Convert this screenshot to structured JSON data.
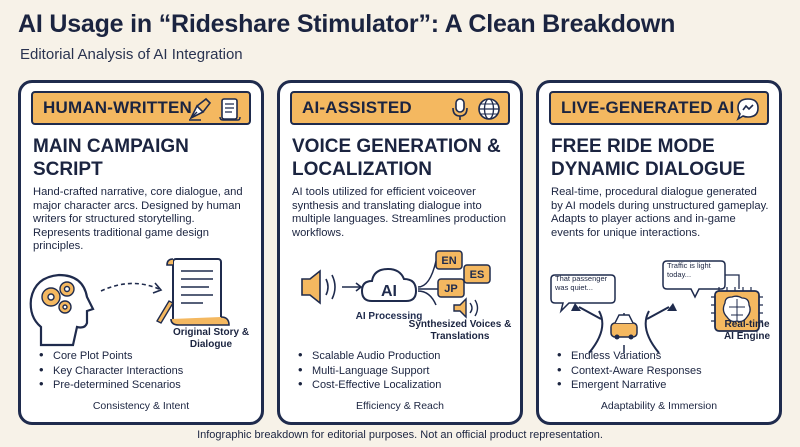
{
  "header": {
    "title": "AI Usage in “Rideshare Stimulator”: A Clean Breakdown",
    "subtitle": "Editorial Analysis of AI Integration"
  },
  "cards": [
    {
      "header": "HUMAN-WRITTEN",
      "title": "MAIN CAMPAIGN SCRIPT",
      "description": "Hand-crafted narrative, core dialogue, and major character arcs. Designed by human writers for structured storytelling. Represents traditional game design principles.",
      "illustration_label": "Original Story & Dialogue",
      "bullets": [
        "Core Plot Points",
        "Key Character Interactions",
        "Pre-determined Scenarios"
      ],
      "footer": "Consistency & Intent",
      "icons": [
        "fountain-pen-icon",
        "scroll-icon"
      ]
    },
    {
      "header": "AI-ASSISTED",
      "title": "VOICE GENERATION & LOCALIZATION",
      "description": "AI tools utilized for efficient voiceover synthesis and translating dialogue into multiple languages. Streamlines production workflows.",
      "illustration": {
        "cloud_label": "AI",
        "processing_label": "AI Processing",
        "languages": [
          "EN",
          "JP",
          "ES"
        ],
        "output_label": "Synthesized Voices & Translations"
      },
      "bullets": [
        "Scalable Audio Production",
        "Multi-Language Support",
        "Cost-Effective Localization"
      ],
      "footer": "Efficiency & Reach",
      "icons": [
        "microphone-icon",
        "globe-icon"
      ]
    },
    {
      "header": "LIVE-GENERATED AI",
      "title": "FREE RIDE MODE DYNAMIC DIALOGUE",
      "description": "Real-time, procedural dialogue generated by AI models during unstructured gameplay. Adapts to player actions and in-game events for unique interactions.",
      "illustration": {
        "bubble_left": "That passenger was quiet...",
        "bubble_right": "Traffic is light today...",
        "engine_label": "Real-time AI Engine"
      },
      "bullets": [
        "Endless Variations",
        "Context-Aware Responses",
        "Emergent Narrative"
      ],
      "footer": "Adaptability & Immersion",
      "icons": [
        "chat-bubble-icon"
      ]
    }
  ],
  "bottom_note": "Infographic breakdown for editorial purposes. Not an official product representation.",
  "colors": {
    "background": "#f7f2e8",
    "accent": "#f4b860",
    "navy": "#1f2b4d"
  }
}
